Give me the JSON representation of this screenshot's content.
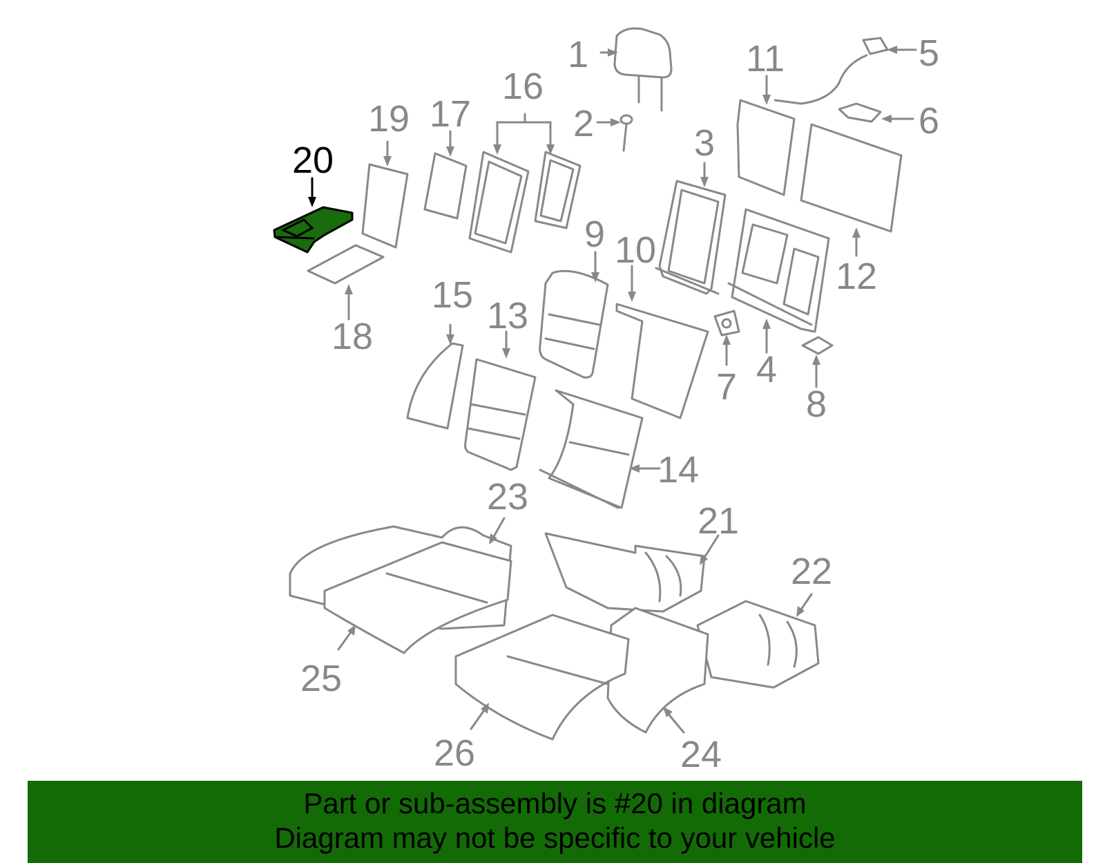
{
  "diagram": {
    "labels": [
      "1",
      "2",
      "3",
      "4",
      "5",
      "6",
      "7",
      "8",
      "9",
      "10",
      "11",
      "12",
      "13",
      "14",
      "15",
      "16",
      "17",
      "18",
      "19",
      "20",
      "21",
      "22",
      "23",
      "24",
      "25",
      "26"
    ],
    "highlighted_label": "20"
  },
  "colors": {
    "line": "#888888",
    "highlight_fill": "#1a6b0d",
    "banner_background": "#136b06",
    "banner_text": "#000000"
  },
  "banner": {
    "line1": "Part or sub-assembly is #20 in diagram",
    "line2": "Diagram may not be specific to your vehicle"
  }
}
